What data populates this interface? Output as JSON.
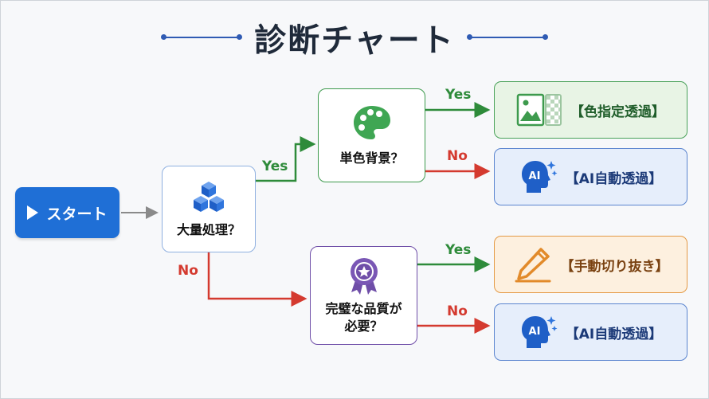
{
  "title": "診断チャート",
  "start": {
    "label": "スタート"
  },
  "nodes": {
    "mass": "大量処理？",
    "background": "単色背景？",
    "perfect_line1": "完璧な品質が",
    "perfect_line2": "必要？"
  },
  "results": {
    "color": "【色指定透過】",
    "ai_1": "【AI自動透過】",
    "manual": "【手動切り抜き】",
    "ai_2": "【AI自動透過】"
  },
  "edges": {
    "mass_yes": "Yes",
    "mass_no": "No",
    "bg_yes": "Yes",
    "bg_no": "No",
    "perfect_yes": "Yes",
    "perfect_no": "No"
  },
  "icons": {
    "ai_badge": "AI",
    "start": "play-icon",
    "mass": "cubes-icon",
    "background": "palette-icon",
    "perfect": "award-ribbon-icon",
    "color_result": "image-transparency-icon",
    "ai_result": "ai-head-icon",
    "manual_result": "pen-icon"
  },
  "colors": {
    "start": "#1f6fd6",
    "yes": "#2e8b3a",
    "no": "#d43a2f",
    "arrow_gray": "#8a8a8a",
    "green": "#4aa25a",
    "blue": "#5b85cf",
    "orange": "#e49a45",
    "purple": "#6f4ea8"
  }
}
